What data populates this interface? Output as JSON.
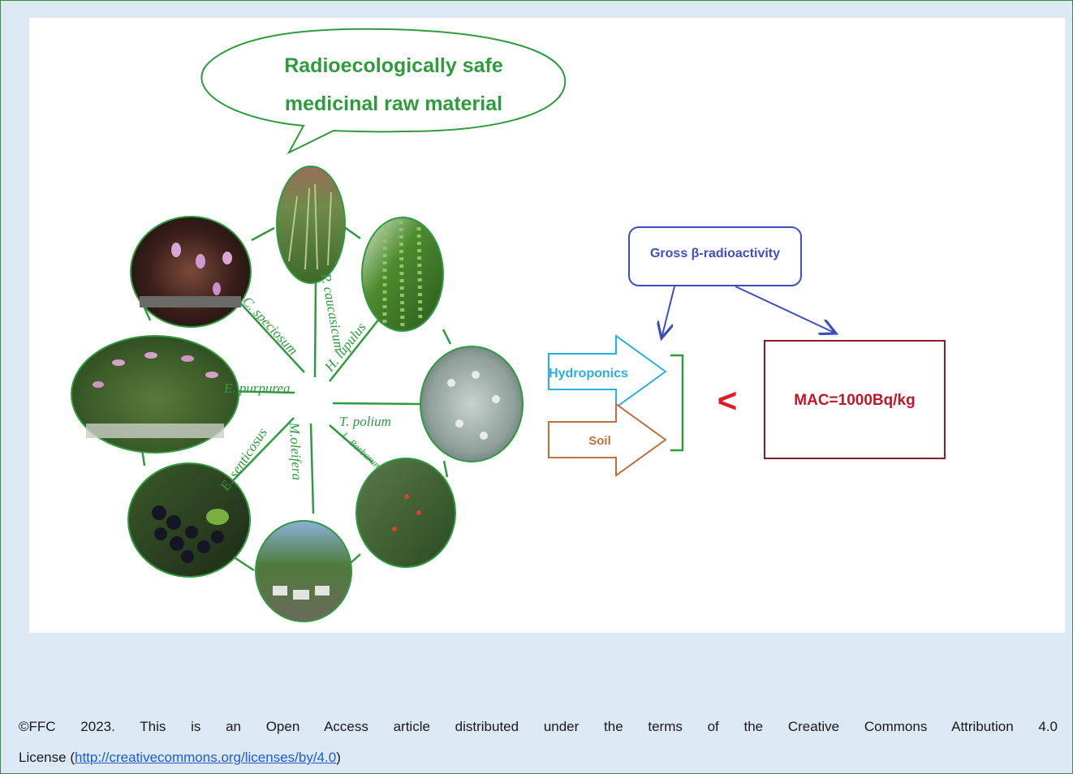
{
  "callout": {
    "line1": "Radioecologically safe",
    "line2": "medicinal raw material"
  },
  "species": {
    "c_speciosum": "C. speciosum",
    "p_caucasicum": "P. caucasicum",
    "h_lupulus": "H. lupulus",
    "e_purpurea": "E. purpurea",
    "t_polium": "T. polium",
    "e_senticosus": "E. senticosus",
    "m_oleifera": "M.oleifera",
    "l_barbarum": "L. Barbarum"
  },
  "flow": {
    "hydroponics": "Hydroponics",
    "soil": "Soil",
    "gross": "Gross β-radioactivity",
    "less_than": "<",
    "mac": "MAC=1000Bq/kg"
  },
  "caption": {
    "text": "©FFC 2023.  This is an Open Access article distributed under the terms of the Creative Commons Attribution 4.0",
    "license_prefix": "License (",
    "url": "http://creativecommons.org/licenses/by/4.0",
    "license_suffix": ")"
  },
  "colors": {
    "green": "#2f9a3e",
    "blue": "#3d4fbf",
    "cyan": "#2ab0e0",
    "brown": "#c0703a",
    "darkred": "#8b1a2a",
    "red": "#e01b24"
  }
}
